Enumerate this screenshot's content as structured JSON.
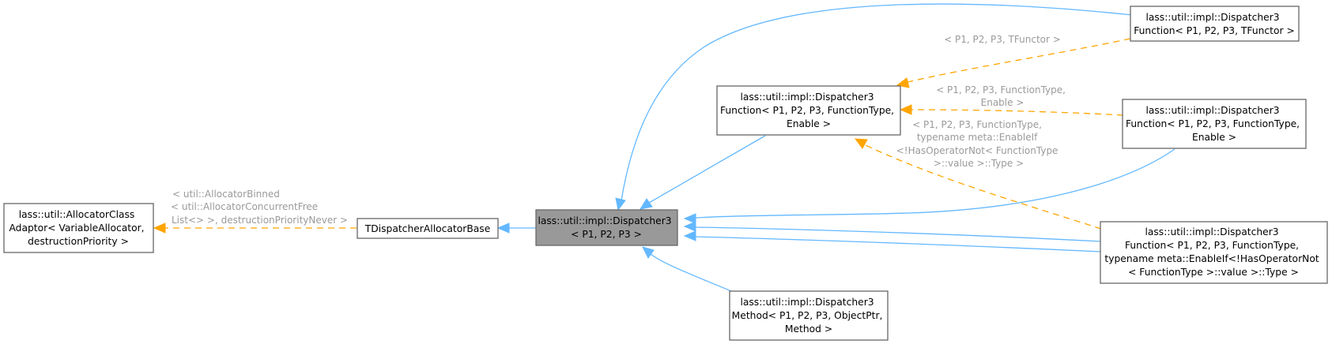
{
  "colors": {
    "inheritance_edge": "#63b8ff",
    "template_edge": "#ffa500",
    "focus_node_fill": "#999999",
    "node_border": "#666666",
    "edge_label_text": "#9a9a9a"
  },
  "nodes": {
    "allocator_adaptor": {
      "lines": [
        "lass::util::AllocatorClass",
        "Adaptor< VariableAllocator,",
        "destructionPriority >"
      ]
    },
    "allocator_base": {
      "lines": [
        "TDispatcherAllocatorBase"
      ]
    },
    "dispatcher3": {
      "lines": [
        "lass::util::impl::Dispatcher3",
        "< P1, P2, P3 >"
      ]
    },
    "function_generic": {
      "lines": [
        "lass::util::impl::Dispatcher3",
        "Function< P1, P2, P3, FunctionType,",
        "Enable >"
      ]
    },
    "function_tfunctor": {
      "lines": [
        "lass::util::impl::Dispatcher3",
        "Function< P1, P2, P3, TFunctor >"
      ]
    },
    "function_enable": {
      "lines": [
        "lass::util::impl::Dispatcher3",
        "Function< P1, P2, P3, FunctionType,",
        "Enable >"
      ]
    },
    "function_enableif": {
      "lines": [
        "lass::util::impl::Dispatcher3",
        "Function< P1, P2, P3, FunctionType,",
        "typename meta::EnableIf<!HasOperatorNot",
        "< FunctionType >::value >::Type >"
      ]
    },
    "method": {
      "lines": [
        "lass::util::impl::Dispatcher3",
        "Method< P1, P2, P3, ObjectPtr,",
        "Method >"
      ]
    }
  },
  "edge_labels": {
    "allocator_binding": [
      "< util::AllocatorBinned",
      "< util::AllocatorConcurrentFree",
      "List<> >, destructionPriorityNever >"
    ],
    "tfunctor_binding": [
      "< P1, P2, P3, TFunctor >"
    ],
    "enable_binding": [
      "< P1, P2, P3, FunctionType,",
      "Enable >"
    ],
    "enableif_binding": [
      "< P1, P2, P3, FunctionType,",
      "typename meta::EnableIf",
      "<!HasOperatorNot< FunctionType",
      ">::value >::Type >"
    ]
  }
}
